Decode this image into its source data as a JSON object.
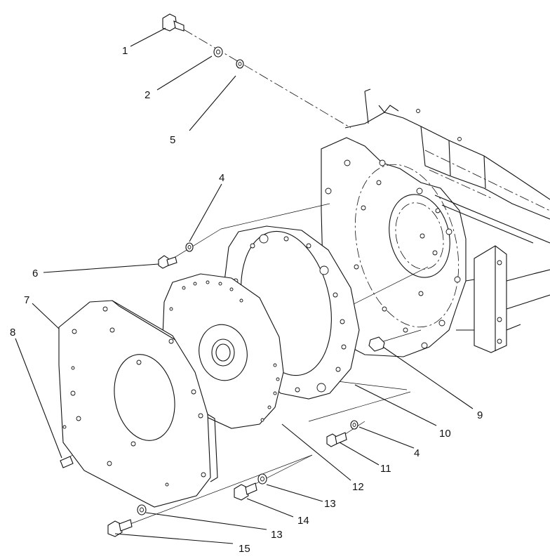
{
  "figure": {
    "callouts": [
      {
        "id": "c1",
        "text": "1"
      },
      {
        "id": "c2",
        "text": "2"
      },
      {
        "id": "c5",
        "text": "5"
      },
      {
        "id": "c4a",
        "text": "4"
      },
      {
        "id": "c6",
        "text": "6"
      },
      {
        "id": "c7",
        "text": "7"
      },
      {
        "id": "c8",
        "text": "8"
      },
      {
        "id": "c9",
        "text": "9"
      },
      {
        "id": "c10",
        "text": "10"
      },
      {
        "id": "c4b",
        "text": "4"
      },
      {
        "id": "c11",
        "text": "11"
      },
      {
        "id": "c12",
        "text": "12"
      },
      {
        "id": "c13a",
        "text": "13"
      },
      {
        "id": "c14",
        "text": "14"
      },
      {
        "id": "c13b",
        "text": "13"
      },
      {
        "id": "c15",
        "text": "15"
      }
    ]
  }
}
